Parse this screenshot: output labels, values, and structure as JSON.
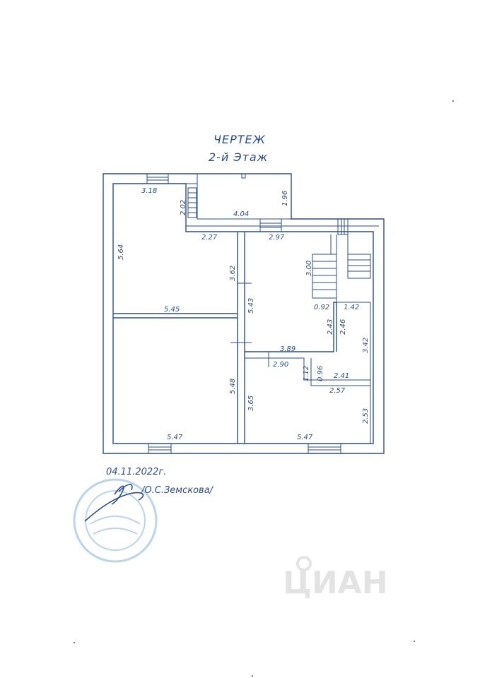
{
  "title": "ЧЕРТЕЖ",
  "subtitle": "2-й Этаж",
  "dimensions": {
    "d318": "3.18",
    "d202": "2.02",
    "d196": "1.96",
    "d404": "4.04",
    "d564": "5.64",
    "d227": "2.27",
    "d297": "2.97",
    "d362": "3.62",
    "d543": "5.43",
    "d300": "3.00",
    "d545": "5.45",
    "d092": "0.92",
    "d142": "1.42",
    "d243": "2.43",
    "d246": "2.46",
    "d342": "3.42",
    "d389": "3.89",
    "d290": "2.90",
    "d112": "1.12",
    "d096": "0.96",
    "d241": "2.41",
    "d548": "5.48",
    "d257": "2.57",
    "d365": "3.65",
    "d253": "2.53",
    "d547a": "5.47",
    "d547b": "5.47"
  },
  "signature": {
    "date": "04.11.2022г.",
    "name": "/О.С.Земскова/"
  },
  "watermark": "ЦИАН",
  "colors": {
    "ink": "#2d4e86",
    "stamp": "#7fb0dc"
  }
}
